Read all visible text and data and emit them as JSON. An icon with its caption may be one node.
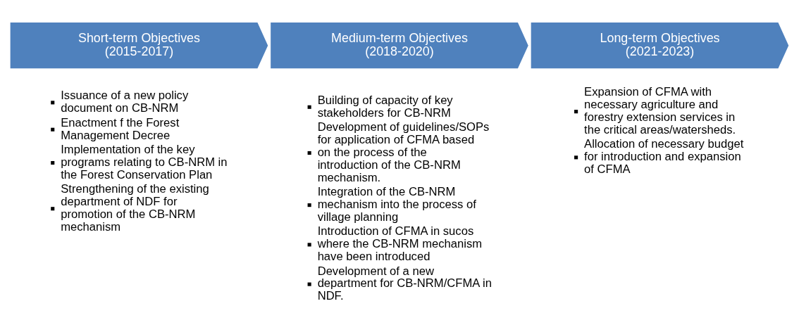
{
  "diagram": {
    "nodes": [
      {
        "text": [
          "Short-term Objectives (2015-2017)"
        ],
        "beside": [
          "Issuance of a new policy document on CB-NRM",
          "Enactment f the Forest Management Decree",
          "Implementation of the key programs relating to CB-NRM in the Forest Conservation Plan",
          "Strengthening of the existing department of NDF for promotion of the CB-NRM mechanism"
        ]
      },
      {
        "text": [
          "Medium-term Objectives (2018-2020)"
        ],
        "beside": [
          "Building of capacity of key stakeholders for CB-NRM",
          "Development of guidelines/SOPs for application of CFMA based on the process of the introduction of the CB-NRM mechanism.",
          "Integration of the CB-NRM mechanism into the process of village planning",
          "Introduction of CFMA in sucos where the CB-NRM mechanism have been introduced",
          "Development of a new department for CB-NRM/CFMA in NDF."
        ]
      },
      {
        "text": [
          "Long-term Objectives (2021-2023)"
        ],
        "beside": [
          "Expansion of CFMA with necessary agriculture and forestry extension services in the critical areas/watersheds.",
          "Allocation of necessary budget for introduction and expansion of CFMA"
        ]
      }
    ]
  }
}
